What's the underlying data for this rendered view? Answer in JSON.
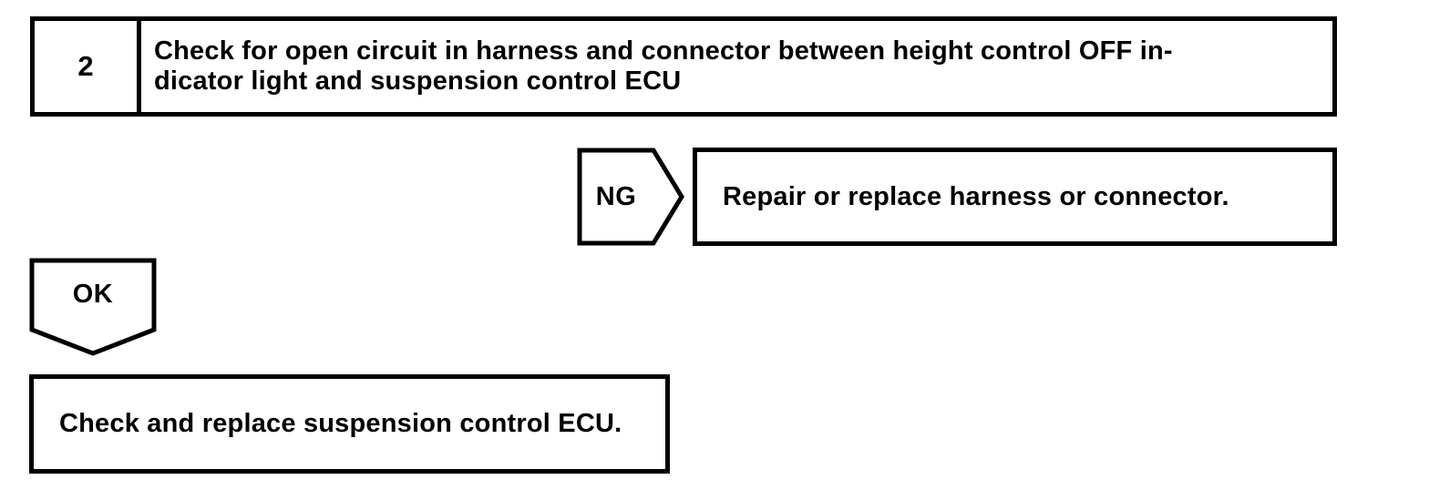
{
  "flowchart": {
    "step": {
      "number": "2",
      "title_line1": "Check for open circuit in harness and connector between height control OFF in-",
      "title_line2": "dicator light and suspension control ECU"
    },
    "ng": {
      "label": "NG",
      "action": "Repair or replace harness or connector."
    },
    "ok": {
      "label": "OK",
      "action": "Check and replace suspension control ECU."
    },
    "colors": {
      "line": "#000000",
      "background": "#ffffff"
    }
  }
}
